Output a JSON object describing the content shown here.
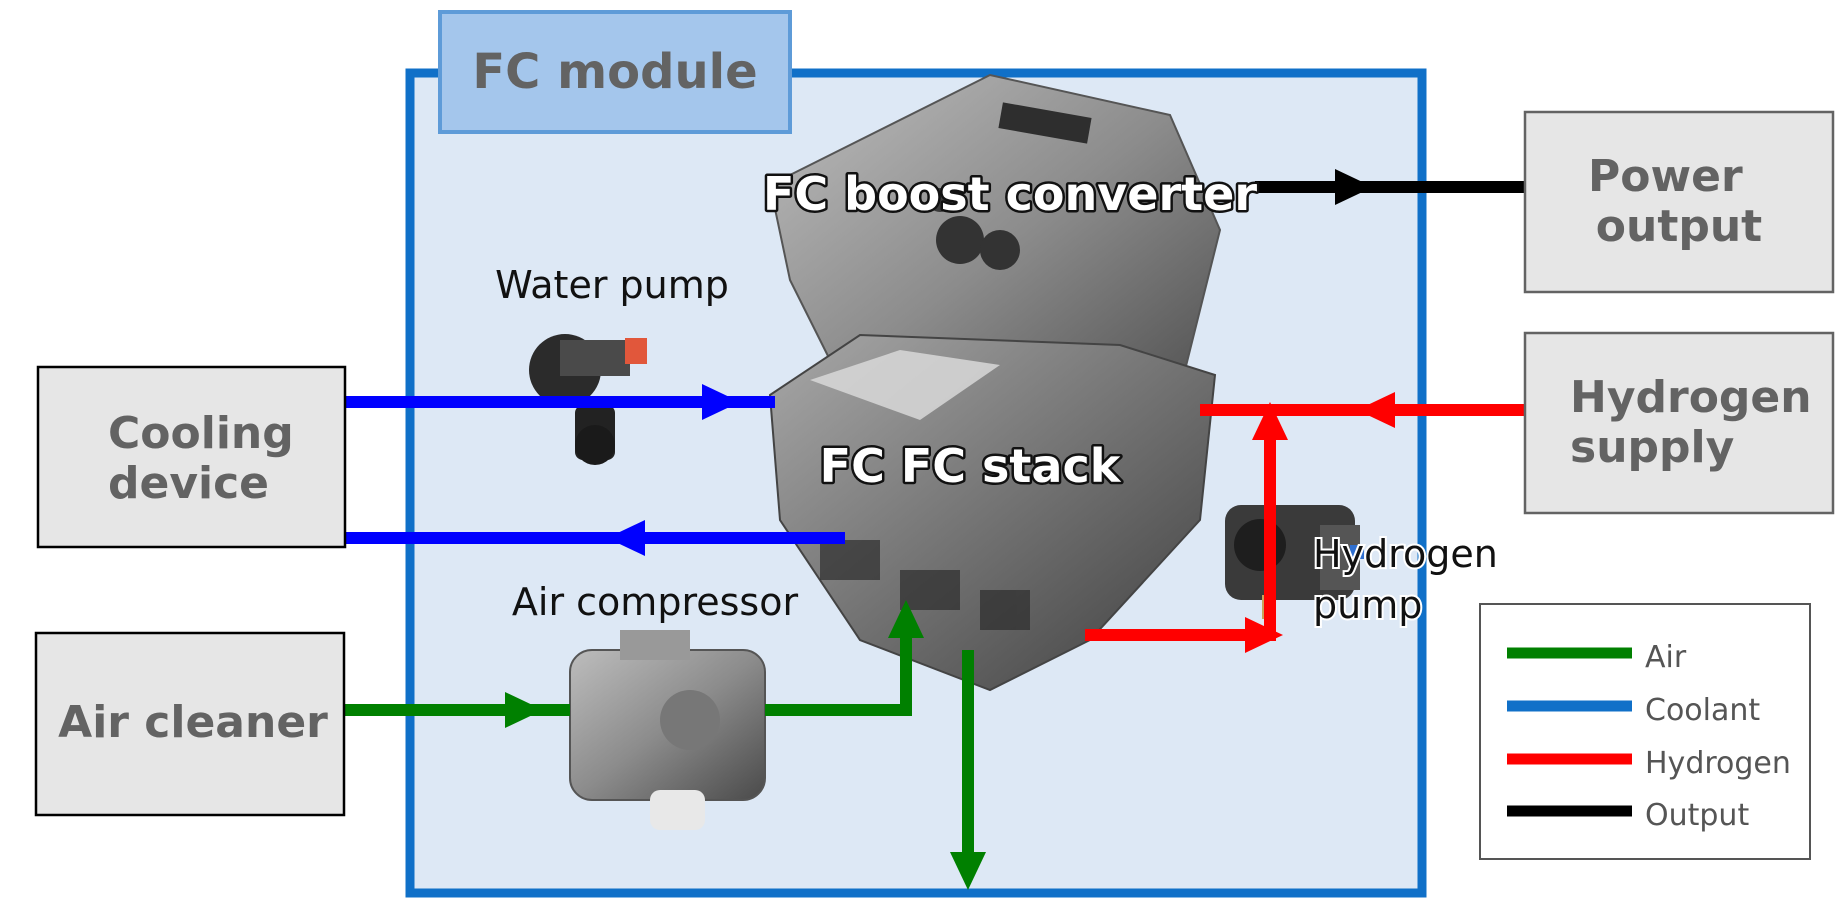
{
  "module": {
    "title": "FC module",
    "frame_color": "#1070C8",
    "fill_color": "#DDE8F5",
    "tab_color": "#A4C6EC"
  },
  "external_boxes": {
    "cooling_device": [
      "Cooling",
      "device"
    ],
    "air_cleaner": "Air cleaner",
    "power_output": [
      "Power",
      "output"
    ],
    "hydrogen_supply": [
      "Hydrogen",
      "supply"
    ]
  },
  "components": {
    "fc_boost_converter": "FC boost converter",
    "fc_stack": "FC FC stack",
    "water_pump": "Water pump",
    "air_compressor": "Air compressor",
    "hydrogen_pump": [
      "Hydrogen",
      "pump"
    ]
  },
  "legend": [
    {
      "label": "Air",
      "color": "#008000"
    },
    {
      "label": "Coolant",
      "color": "#1070C8"
    },
    {
      "label": "Hydrogen",
      "color": "#FF0000"
    },
    {
      "label": "Output",
      "color": "#000000"
    }
  ],
  "flow_colors": {
    "air": "#008000",
    "coolant": "#0000FF",
    "hydrogen": "#FF0000",
    "output": "#000000"
  }
}
